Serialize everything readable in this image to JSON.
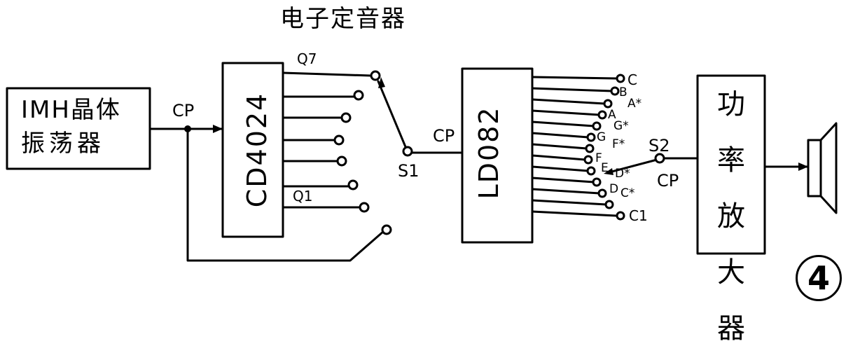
{
  "title": "电子定音器",
  "oscillator": {
    "line1": "IMH晶体",
    "line2": "振荡器"
  },
  "counter": {
    "name": "CD4024",
    "q_top": "Q7",
    "q_bottom": "Q1"
  },
  "decoder": {
    "name": "LD082"
  },
  "amplifier": {
    "chars": [
      "功",
      "率",
      "放",
      "大",
      "器"
    ]
  },
  "signals": {
    "cp_left": "CP",
    "cp_mid": "CP",
    "cp_right": "CP"
  },
  "switches": {
    "s1": "S1",
    "s2": "S2"
  },
  "notes": [
    "C",
    "B",
    "A*",
    "A",
    "G*",
    "G",
    "F*",
    "F",
    "E",
    "D*",
    "D",
    "C*",
    "C1"
  ],
  "figure_number": "4"
}
